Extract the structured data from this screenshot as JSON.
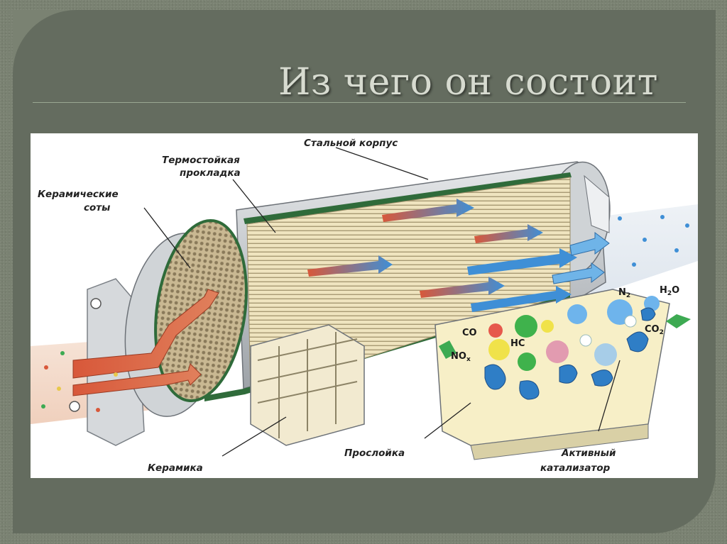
{
  "slide": {
    "title": "Из чего он состоит"
  },
  "diagram": {
    "labels": {
      "steel_case": "Стальной корпус",
      "gasket_line1": "Термостойкая",
      "gasket_line2": "прокладка",
      "honeycomb_line1": "Керамические",
      "honeycomb_line2": "соты",
      "interlayer": "Прослойка",
      "ceramics": "Керамика",
      "catalyst_line1": "Активный",
      "catalyst_line2": "катализатор"
    },
    "chemicals": {
      "co": "CO",
      "hc": "HC",
      "nox": "NO",
      "nox_sub": "x",
      "n2": "N",
      "n2_sub": "2",
      "h2o_h": "H",
      "h2o_sub": "2",
      "h2o_o": "O",
      "co2": "CO",
      "co2_sub": "2"
    },
    "colors": {
      "hot_flow": "#d8583a",
      "clean_flow": "#3f8fd6",
      "steel": "#c9ccd0",
      "ceramic": "#efe4bf",
      "gasket": "#2f6b3a",
      "catalyst_bg": "#f7efc7"
    }
  }
}
